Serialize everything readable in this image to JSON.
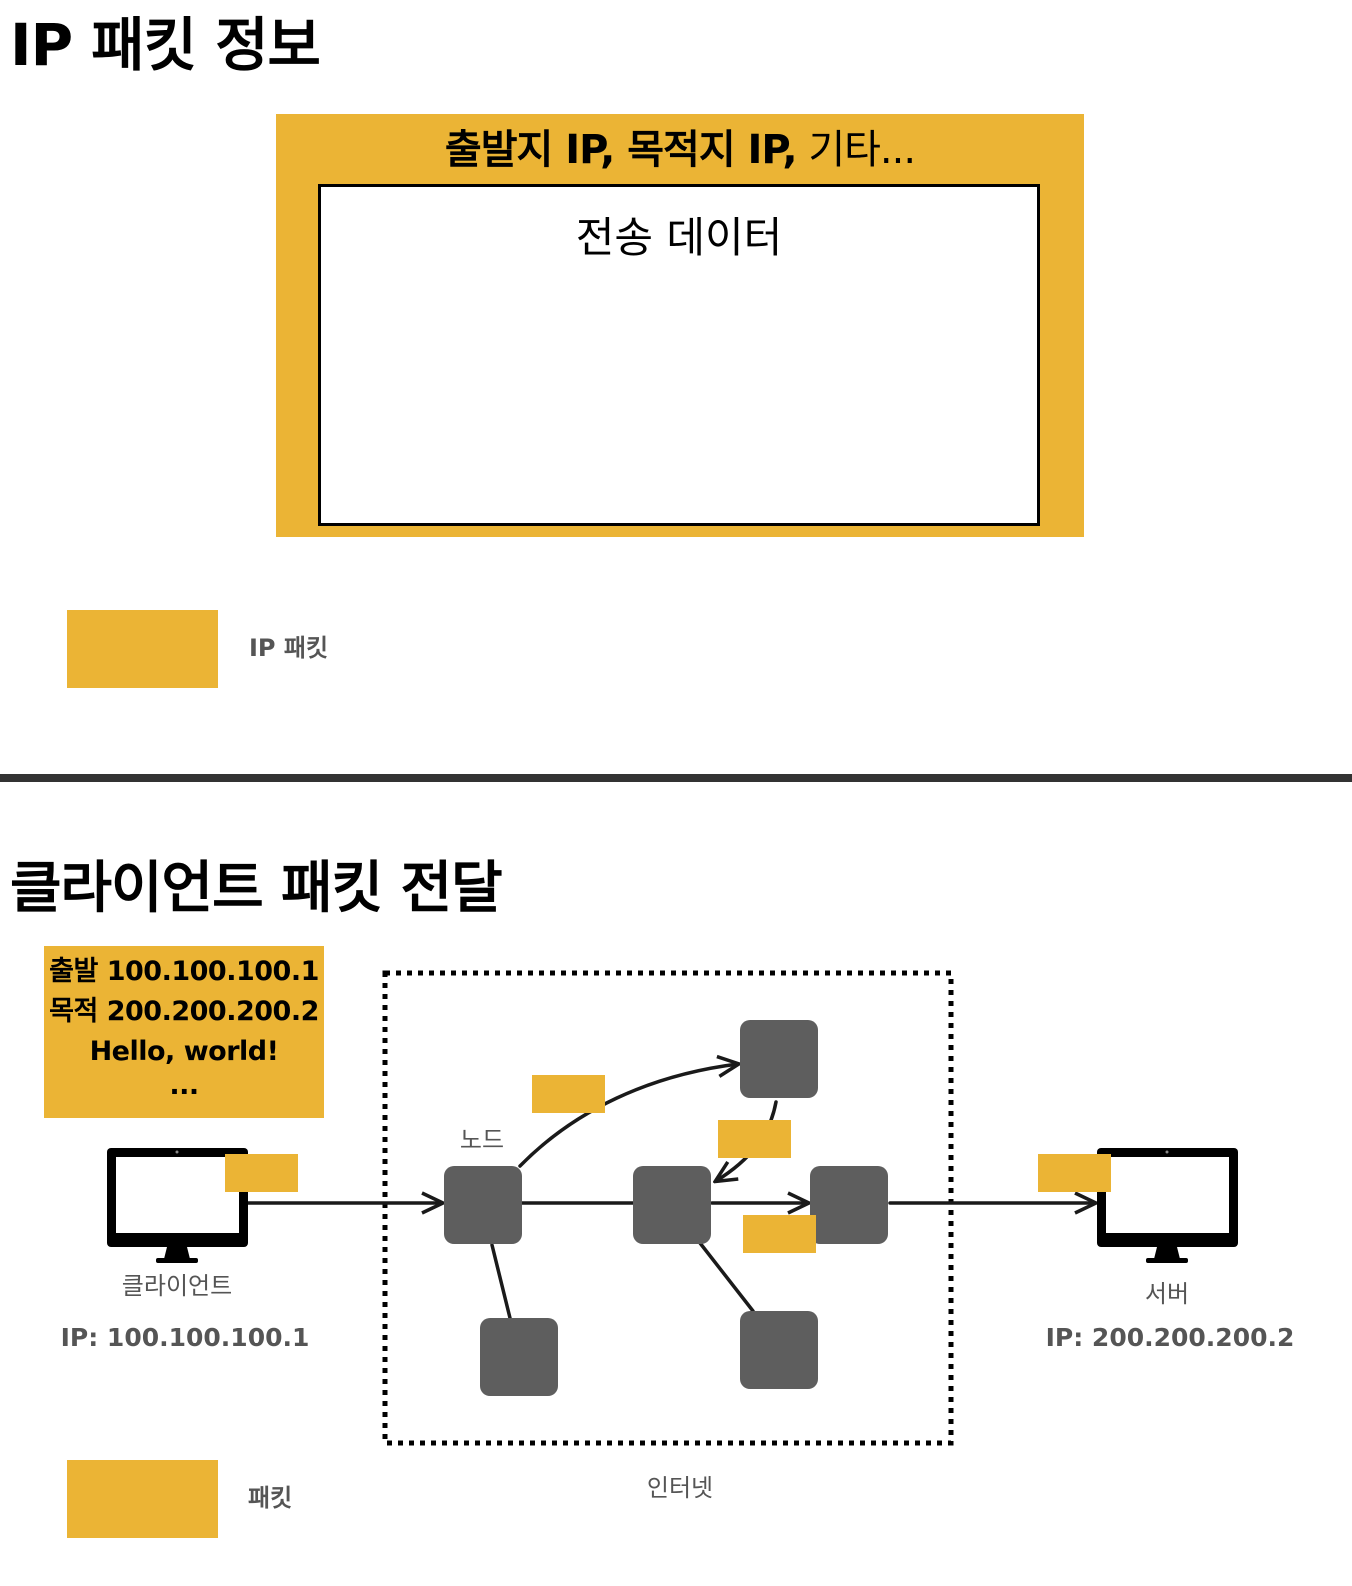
{
  "section_ip_packet": {
    "title": "IP 패킷 정보",
    "packet_header_bold": "출발지 IP, 목적지 IP,",
    "packet_header_rest": " 기타...",
    "packet_data_label": "전송 데이터",
    "legend_label": "IP 패킷"
  },
  "section_forwarding": {
    "title": "클라이언트 패킷 전달",
    "packet_box": {
      "line1": "출발 100.100.100.1",
      "line2": "목적 200.200.200.2",
      "line3": "Hello, world!",
      "line4": "..."
    },
    "client_label": "클라이언트",
    "client_ip": "IP: 100.100.100.1",
    "server_label": "서버",
    "server_ip": "IP: 200.200.200.2",
    "node_label": "노드",
    "internet_label": "인터넷",
    "legend_label": "패킷"
  },
  "colors": {
    "packet": "#ebb435",
    "node": "#5e5e5e",
    "divider": "#333333",
    "text_gray": "#555555"
  },
  "icons": [
    "monitor-icon",
    "arrow-icon"
  ]
}
